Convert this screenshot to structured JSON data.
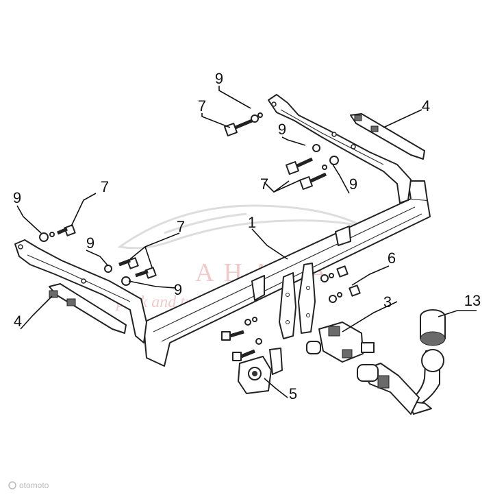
{
  "callouts": {
    "c1": "1",
    "c3": "3",
    "c4a": "4",
    "c4b": "4",
    "c5": "5",
    "c6": "6",
    "c7a": "7",
    "c7b": "7",
    "c7c": "7",
    "c7d": "7",
    "c9a": "9",
    "c9b": "9",
    "c9c": "9",
    "c9d": "9",
    "c9e": "9",
    "c9f": "9",
    "c13": "13"
  },
  "watermark": {
    "brand": "AHAKA",
    "tagline": "pack and travel"
  },
  "source_mark": "otomoto",
  "colors": {
    "line": "#222222",
    "watermark": "#f2c9c9",
    "background": "#ffffff"
  }
}
